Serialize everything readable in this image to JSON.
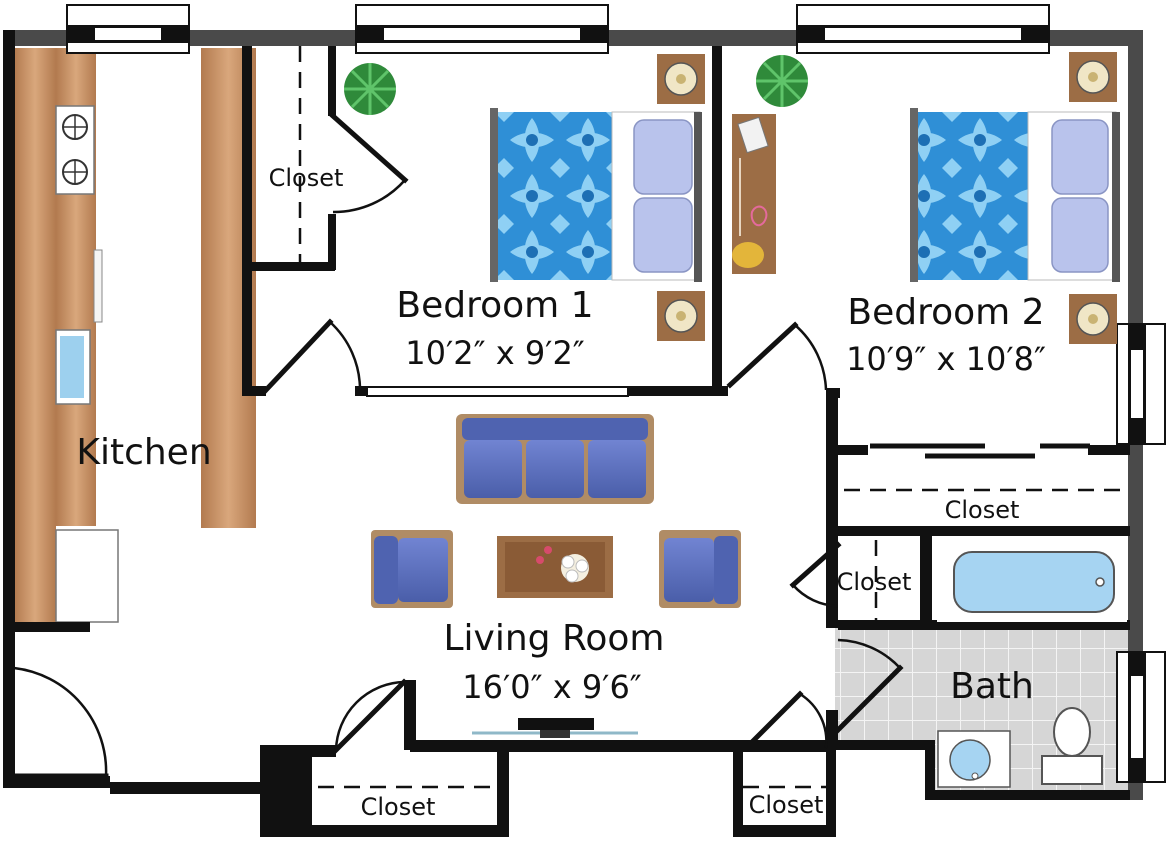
{
  "floorplan": {
    "rooms": {
      "kitchen": {
        "name": "Kitchen"
      },
      "bedroom1": {
        "name": "Bedroom 1",
        "dimensions": "10′2″ x 9′2″"
      },
      "bedroom2": {
        "name": "Bedroom 2",
        "dimensions": "10′9″ x 10′8″"
      },
      "living": {
        "name": "Living Room",
        "dimensions": "16′0″ x 9′6″"
      },
      "bath": {
        "name": "Bath"
      }
    },
    "closets": {
      "bedroom1": "Closet",
      "bedroom2": "Closet",
      "hall": "Closet",
      "entry": "Closet",
      "bottom_right": "Closet"
    },
    "colors": {
      "wall": "#111111",
      "outer_wall": "#4a4a4a",
      "wood": "#c8956a",
      "bedspread": "#2f8fd6",
      "pillow": "#b9c3ec",
      "sofa": "#5a6fbf",
      "bath_tile": "#d3d3d3",
      "tub_water": "#a6d4f2",
      "plant": "#2f8a3a"
    }
  }
}
